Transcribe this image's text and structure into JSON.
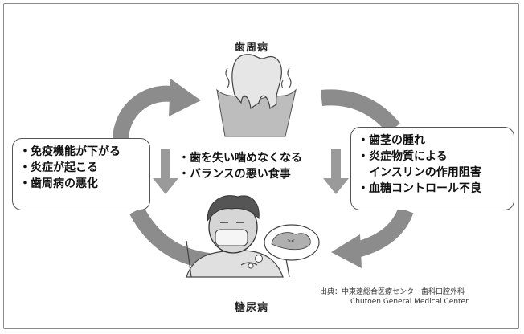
{
  "nodes": {
    "top_label": "歯周病",
    "bottom_label": "糖尿病"
  },
  "left_box": {
    "items": [
      "・免疫機能が下がる",
      "・炎症が起こる",
      "・歯周病の悪化"
    ]
  },
  "center_text": {
    "items": [
      "・歯を失い噛めなくなる",
      "・バランスの悪い食事"
    ]
  },
  "right_box": {
    "items": [
      "・歯茎の腫れ",
      "・炎症物質による",
      "　インスリンの作用阻害",
      "・血糖コントロール不良"
    ]
  },
  "source": {
    "line1": "出典：中東遠総合医療センター歯科口腔外科",
    "line2": "Chutoen General Medical Center"
  },
  "colors": {
    "arrow": "#8c8c8c",
    "arrow_dark": "#6f6f6f",
    "tooth": "#d9d9d9",
    "gum": "#bdbdbd"
  },
  "icons": [
    "tooth-illustration-icon",
    "sick-person-illustration-icon",
    "pancreas-thought-bubble-icon"
  ]
}
